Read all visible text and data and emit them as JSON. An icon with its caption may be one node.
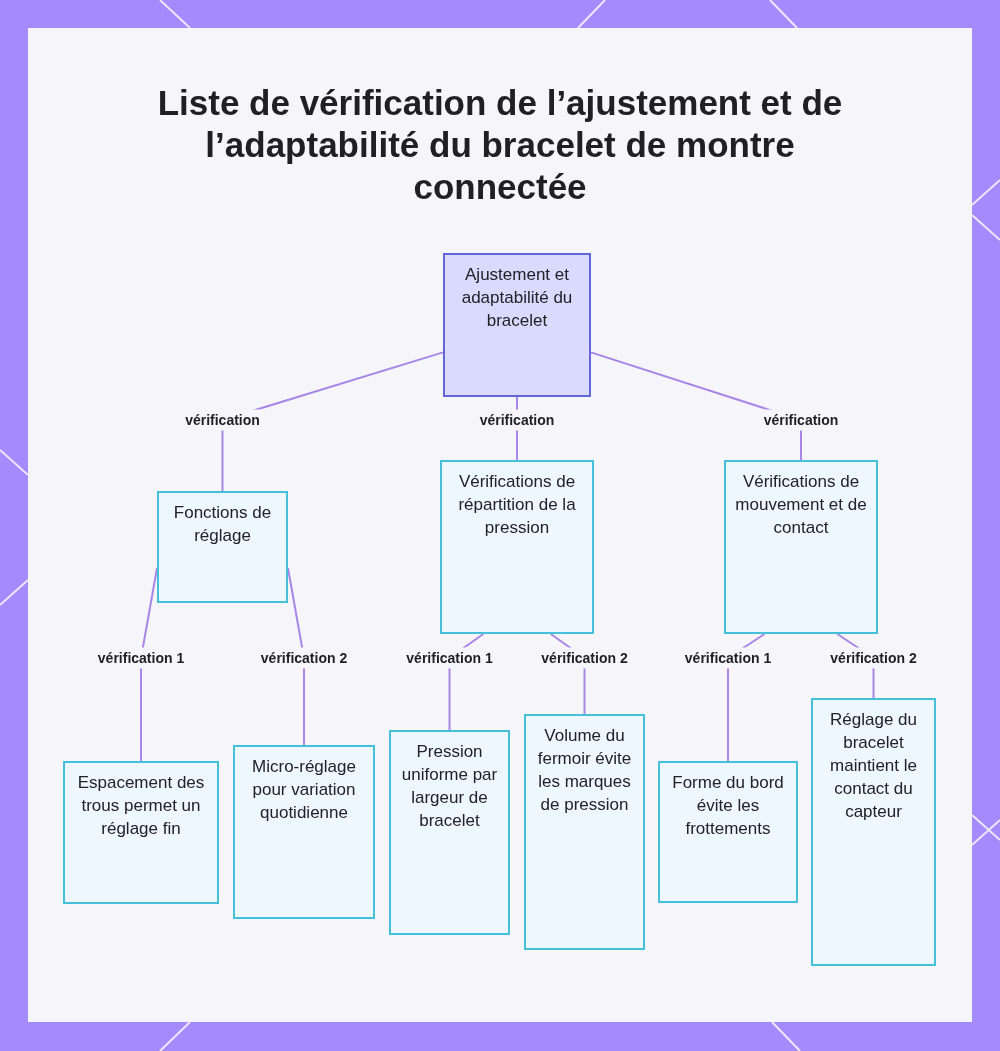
{
  "diagram": {
    "title": "Liste de vérification de l’ajustement et de l’adaptabilité du bracelet de montre connectée",
    "nodes": [
      {
        "text": [
          "Ajustement et adaptabilité du bracelet"
        ]
      },
      {
        "text": [
          "Fonctions de réglage"
        ]
      },
      {
        "text": [
          "Vérifications de répartition de la pression"
        ]
      },
      {
        "text": [
          "Vérifications de mouvement et de contact"
        ]
      },
      {
        "text": [
          "Espacement des trous permet un réglage fin"
        ]
      },
      {
        "text": [
          "Micro-réglage pour variation quotidienne"
        ]
      },
      {
        "text": [
          "Pression uniforme par largeur de bracelet"
        ]
      },
      {
        "text": [
          "Volume du fermoir évite les marques de pression"
        ]
      },
      {
        "text": [
          "Forme du bord évite les frottements"
        ]
      },
      {
        "text": [
          "Réglage du bracelet maintient le contact du capteur"
        ]
      }
    ],
    "edges": [
      {
        "from": 0,
        "to": 1,
        "arrow": "none",
        "label": "vérification"
      },
      {
        "from": 0,
        "to": 2,
        "arrow": "none",
        "label": "vérification"
      },
      {
        "from": 0,
        "to": 3,
        "arrow": "none",
        "label": "vérification"
      },
      {
        "from": 1,
        "to": 4,
        "arrow": "none",
        "label": "vérification 1"
      },
      {
        "from": 1,
        "to": 5,
        "arrow": "none",
        "label": "vérification 2"
      },
      {
        "from": 2,
        "to": 6,
        "arrow": "none",
        "label": "vérification 1"
      },
      {
        "from": 2,
        "to": 7,
        "arrow": "none",
        "label": "vérification 2"
      },
      {
        "from": 3,
        "to": 8,
        "arrow": "none",
        "label": "vérification 1"
      },
      {
        "from": 3,
        "to": 9,
        "arrow": "none",
        "label": "vérification 2"
      }
    ]
  }
}
